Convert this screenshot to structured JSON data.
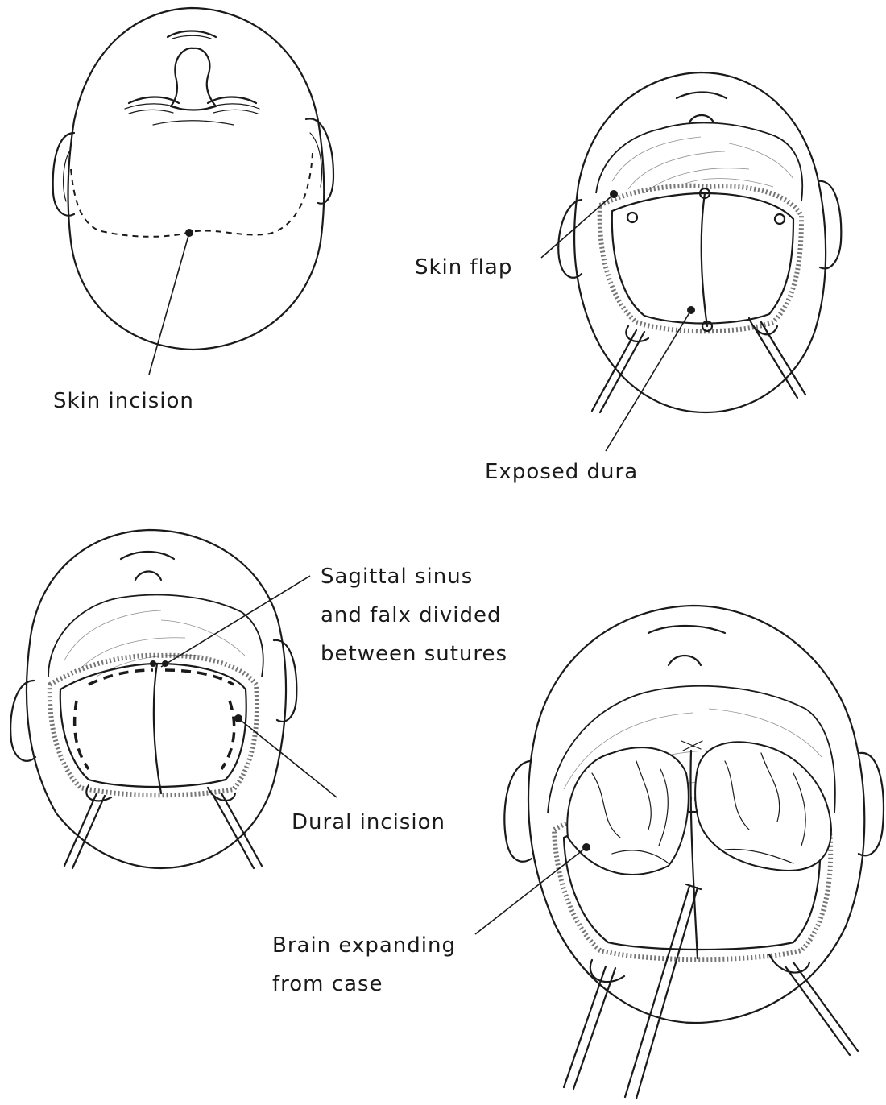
{
  "labels": {
    "skin_incision": "Skin incision",
    "skin_flap": "Skin flap",
    "exposed_dura": "Exposed dura",
    "sagittal_sinus": [
      "Sagittal sinus",
      "and falx divided",
      "between sutures"
    ],
    "dural_incision": "Dural incision",
    "brain_expanding": [
      "Brain expanding",
      "from case"
    ]
  },
  "colors": {
    "ink": "#1a1a1a",
    "background": "#ffffff"
  }
}
